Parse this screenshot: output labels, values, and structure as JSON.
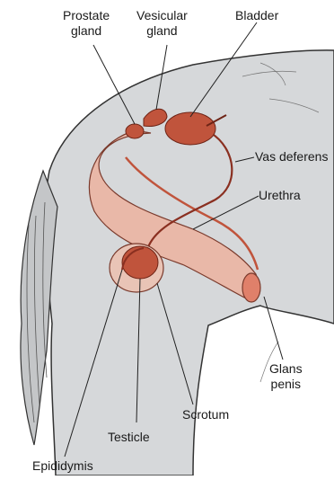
{
  "diagram": {
    "labels": {
      "prostate_line1": "Prostate",
      "prostate_line2": "gland",
      "vesicular_line1": "Vesicular",
      "vesicular_line2": "gland",
      "bladder": "Bladder",
      "vas_deferens": "Vas deferens",
      "urethra": "Urethra",
      "glans_line1": "Glans",
      "glans_line2": "penis",
      "scrotum": "Scrotum",
      "testicle": "Testicle",
      "epididymis": "Epididymis"
    },
    "colors": {
      "body": "#d6d8da",
      "outline": "#333333",
      "tail": "#c4c6c8",
      "sheath": "#e9b8a8",
      "organ": "#c0543c",
      "organ_dark": "#8a2f20"
    }
  }
}
